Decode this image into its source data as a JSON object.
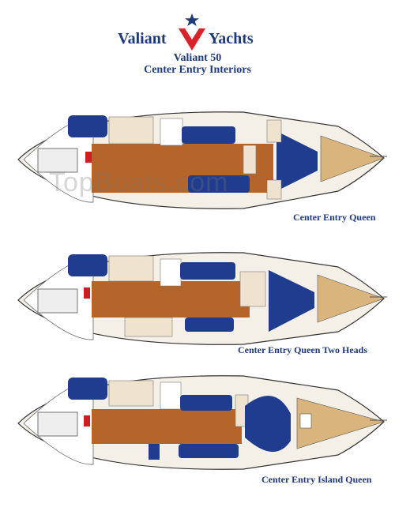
{
  "header": {
    "brand_left": "Valiant",
    "brand_right": "Yachts",
    "subtitle_line1": "Valiant 50",
    "subtitle_line2": "Center Entry Interiors"
  },
  "plans": [
    {
      "caption": "Center Entry Queen"
    },
    {
      "caption": "Center Entry Queen Two Heads"
    },
    {
      "caption": "Center Entry Island Queen"
    }
  ],
  "watermark": "TopBoats.com",
  "colors": {
    "brand_navy": "#1e3a7a",
    "logo_red": "#d8232a",
    "upholstery_blue": "#1f3c8f",
    "teak_floor": "#b5652a",
    "cabinet_cream": "#efe3cf",
    "hull_tan": "#d9b47c"
  }
}
